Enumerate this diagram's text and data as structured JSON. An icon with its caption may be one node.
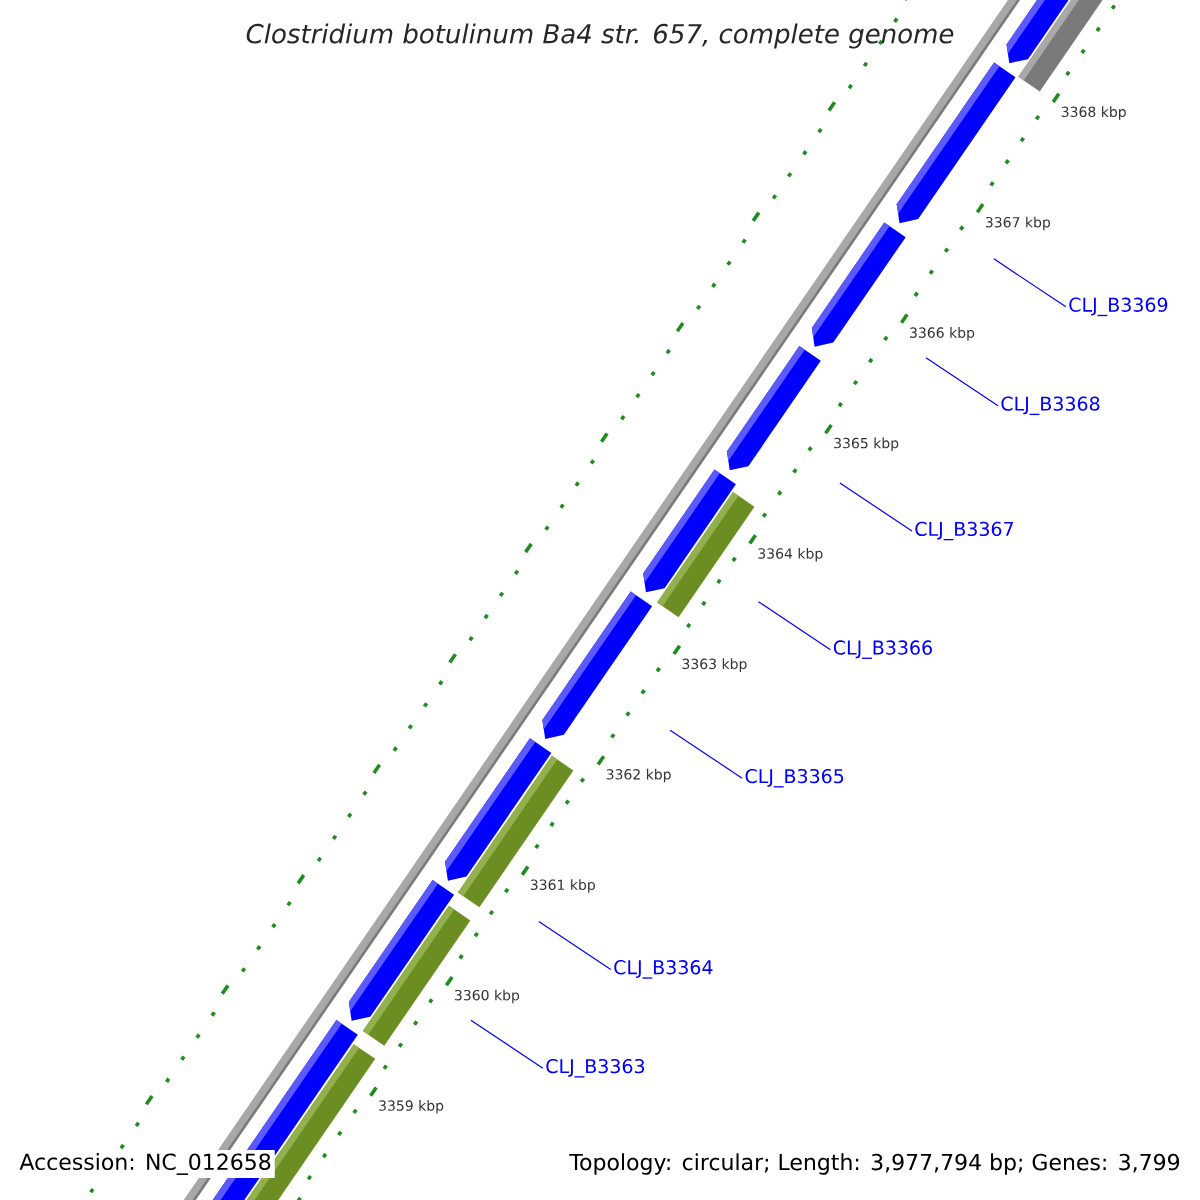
{
  "diagram": {
    "title": "Clostridium botulinum Ba4 str. 657, complete genome",
    "nodes": [
      {
        "text": [
          "CLJ_B3369"
        ]
      },
      {
        "text": [
          "CLJ_B3368"
        ]
      },
      {
        "text": [
          "CLJ_B3367"
        ]
      },
      {
        "text": [
          "CLJ_B3366"
        ]
      },
      {
        "text": [
          "CLJ_B3365"
        ]
      },
      {
        "text": [
          "CLJ_B3364"
        ]
      },
      {
        "text": [
          "CLJ_B3363"
        ]
      }
    ],
    "edges": [
      {
        "from": 0,
        "to": null,
        "arrow": "none"
      },
      {
        "from": 1,
        "to": null,
        "arrow": "none"
      },
      {
        "from": 2,
        "to": null,
        "arrow": "none"
      },
      {
        "from": 3,
        "to": null,
        "arrow": "none"
      },
      {
        "from": 4,
        "to": null,
        "arrow": "none"
      },
      {
        "from": 5,
        "to": null,
        "arrow": "none"
      },
      {
        "from": 6,
        "to": null,
        "arrow": "none"
      }
    ],
    "labels": [
      "3368 kbp",
      "3367 kbp",
      "3366 kbp",
      "3365 kbp",
      "3364 kbp",
      "3363 kbp",
      "3362 kbp",
      "3361 kbp",
      "3360 kbp",
      "3359 kbp",
      "Accession: NC_012658",
      "Topology: circular; Length: 3,977,794 bp; Genes: 3,799"
    ]
  }
}
